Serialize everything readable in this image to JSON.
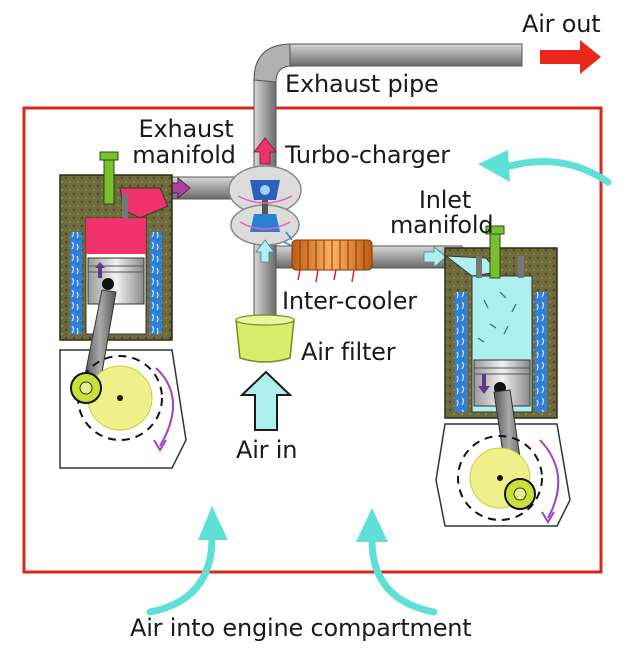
{
  "labels": {
    "air_out": "Air out",
    "exhaust_pipe": "Exhaust pipe",
    "exhaust_manifold_line1": "Exhaust",
    "exhaust_manifold_line2": "manifold",
    "turbo_charger": "Turbo-charger",
    "inlet_manifold_line1": "Inlet",
    "inlet_manifold_line2": "manifold",
    "inter_cooler": "Inter-cooler",
    "air_filter": "Air filter",
    "air_in": "Air in",
    "air_into_engine_compartment": "Air into engine compartment"
  },
  "colors": {
    "compartment_border": "#d42a1e",
    "pipe": "#a8a8a8",
    "air_flow_arrow": "#5ee0d6",
    "air_out_arrow": "#e8281c",
    "air_filter": "#d8ee6a",
    "combustion_chamber": "#f0326c",
    "fresh_charge": "#aef0ee",
    "intercooler": "#f0a040",
    "crank_rotation": "#a040d0",
    "coolant": "#4aa0f0"
  }
}
